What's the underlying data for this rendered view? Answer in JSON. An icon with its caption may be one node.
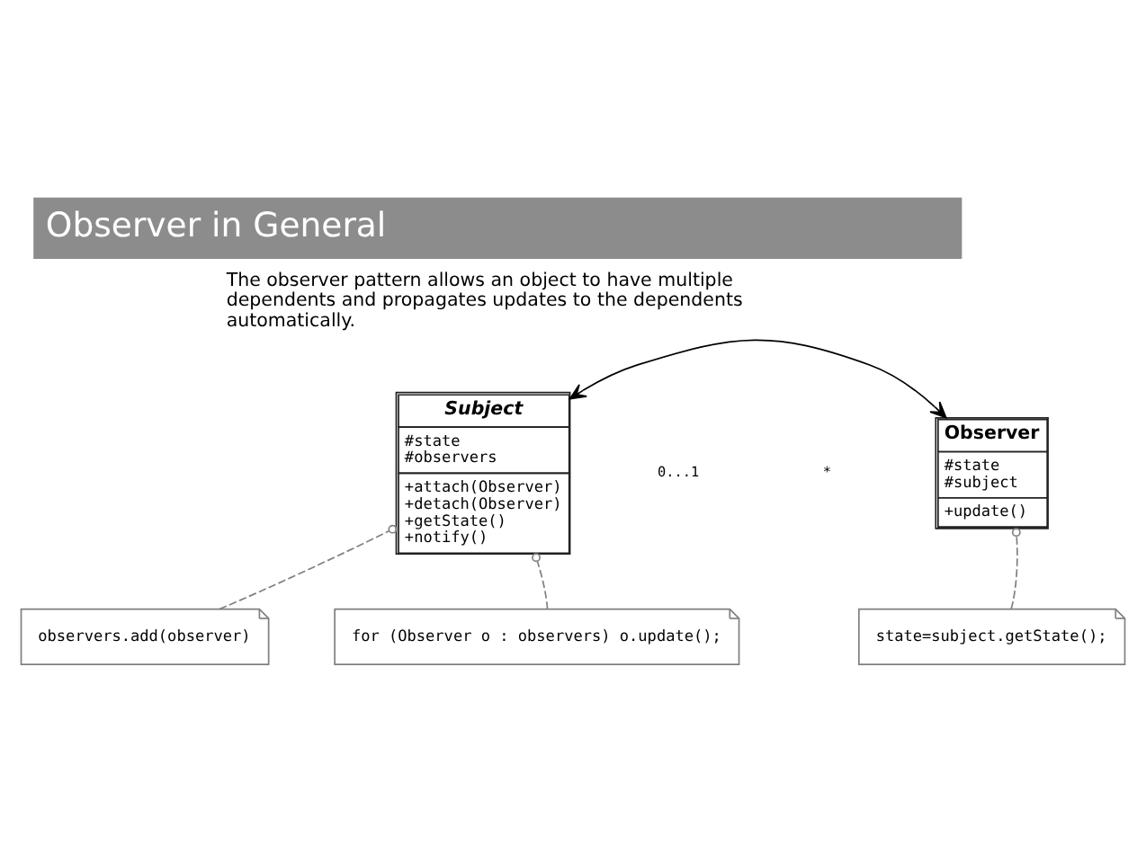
{
  "diagram": {
    "title": "Observer in General",
    "nodes": [
      {
        "text": [
          "Subject",
          "#state",
          "#observers",
          "+attach(Observer)",
          "+detach(Observer)",
          "+getState()",
          "+notify()"
        ]
      },
      {
        "text": [
          "Observer",
          "#state",
          "#subject",
          "+update()"
        ]
      },
      {
        "text": [
          "state=subject.getState();"
        ]
      },
      {
        "text": [
          "observers.add(observer)"
        ]
      },
      {
        "text": [
          "for (Observer o : observers) o.update();"
        ]
      }
    ],
    "edges": [
      {
        "from": 0,
        "to": 1,
        "arrow": "both",
        "color": "#000000"
      },
      {
        "from": 2,
        "to": 1,
        "arrow": "other",
        "style": "dashed",
        "color": "#808080"
      },
      {
        "from": 3,
        "to": 0,
        "arrow": "other",
        "style": "dashed",
        "color": "#808080"
      },
      {
        "from": 4,
        "to": 0,
        "arrow": "other",
        "style": "dashed",
        "color": "#808080"
      }
    ],
    "labels": [
      "The observer pattern allows an object to have multiple dependents and propagates updates to the dependents automatically.",
      "0...1",
      "*"
    ]
  }
}
